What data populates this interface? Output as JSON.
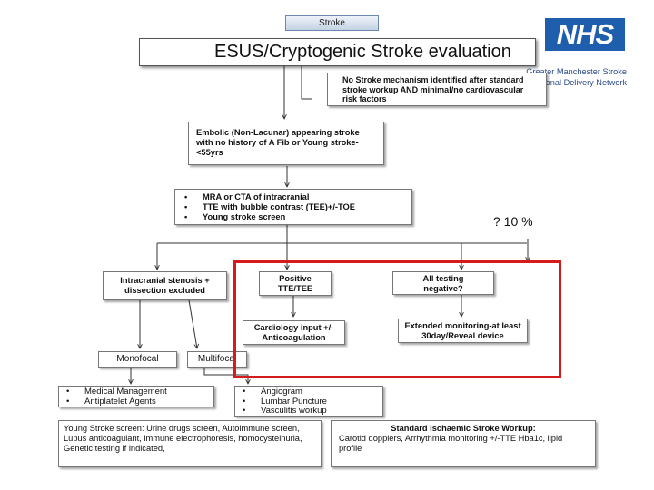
{
  "header": {
    "tab_label": "Stroke",
    "title": "ESUS/Cryptogenic Stroke evaluation",
    "logo_text": "NHS",
    "network_line1": "Greater Manchester Stroke",
    "network_line2": "Operational Delivery Network"
  },
  "flowchart": {
    "no_mechanism": "No Stroke mechanism identified after standard stroke workup AND minimal/no cardiovascular risk factors",
    "embolic": "Embolic (Non-Lacunar) appearing stroke with no history of A Fib or Young stroke-<55yrs",
    "investigations": [
      "MRA or CTA of intracranial",
      "TTE with bubble contrast (TEE)+/-TOE",
      "Young stroke screen"
    ],
    "percentage": "? 10 %",
    "intracranial": "Intracranial stenosis + dissection excluded",
    "positive_tte": "Positive TTE/TEE",
    "all_negative": "All testing negative?",
    "cardiology": "Cardiology input +/- Anticoagulation",
    "extended_monitoring": "Extended monitoring-at least 30day/Reveal device",
    "monofocal": "Monofocal",
    "multifocal": "Multifocal",
    "management": [
      "Medical Management",
      "Antiplatelet Agents"
    ],
    "workup": [
      "Angiogram",
      "Lumbar Puncture",
      "Vasculitis workup"
    ],
    "young_screen": "Young Stroke screen: Urine drugs screen, Autoimmune screen, Lupus anticoagulant, immune electrophoresis, homocysteinuria, Genetic testing if indicated,",
    "standard_workup_title": "Standard Ischaemic Stroke Workup:",
    "standard_workup_body": "Carotid dopplers, Arrhythmia monitoring +/-TTE Hba1c, lipid profile"
  },
  "colors": {
    "nhs_blue": "#1f5eac",
    "highlight_red": "#d41c1c",
    "network_text": "#2a4a8a"
  }
}
